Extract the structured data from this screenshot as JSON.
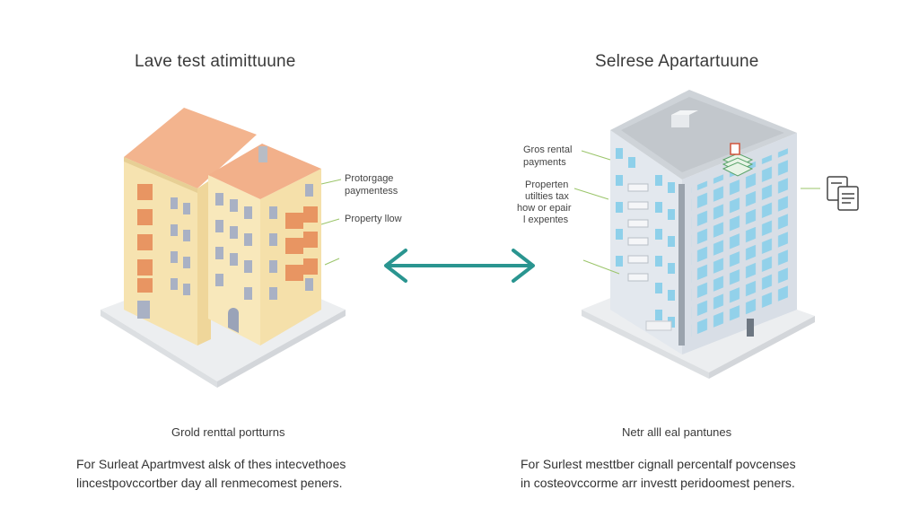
{
  "left": {
    "title": "Lave test atimittuune",
    "labels": [
      "Protorgage",
      "paymentess",
      "Property llow"
    ],
    "subtitle": "Grold renttal portturns",
    "desc_line1": "For Surleat Apartmvest alsk of thes intecvethoes",
    "desc_line2": "lincestpovccortber day all renmecomest peners."
  },
  "right": {
    "title": "Selrese Apartartuune",
    "labels": [
      "Gros rental",
      "payments",
      "Properten",
      "utilties tax",
      "how or epair",
      "l expentes"
    ],
    "subtitle": "Netr alll eal pantunes",
    "desc_line1": "For Surlest mesttber cignall percentalf povcenses",
    "desc_line2": "in costeovccorme arr investt peridoomest peners."
  },
  "colors": {
    "arrow": "#2a9590",
    "warm_wall": "#f8e8bb",
    "warm_roof": "#f2b08a",
    "balcony": "#e9935f",
    "cool_wall": "#e6ebf0",
    "window_blue": "#8ed0ea",
    "leader_line": "#9bc56a"
  },
  "icons": [
    "double-arrow-icon",
    "document-icon",
    "money-stack-icon"
  ]
}
